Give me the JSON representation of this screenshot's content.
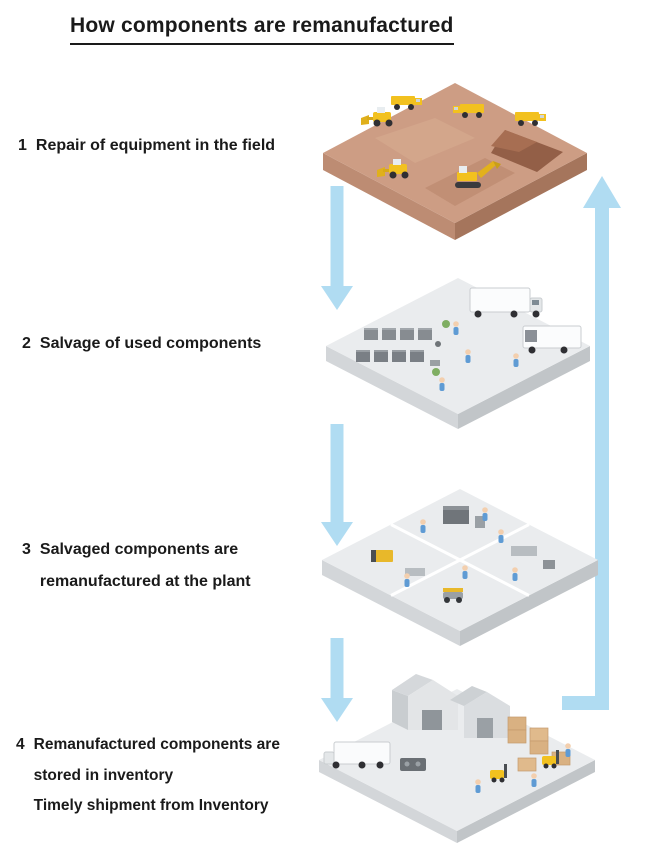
{
  "title": "How components are remanufactured",
  "steps": [
    {
      "number": "1",
      "lines": [
        "Repair of equipment in the field"
      ]
    },
    {
      "number": "2",
      "lines": [
        "Salvage of used components"
      ]
    },
    {
      "number": "3",
      "lines": [
        "Salvaged components are",
        "remanufactured at the plant"
      ]
    },
    {
      "number": "4",
      "lines": [
        "Remanufactured components are",
        "stored in inventory",
        "Timely shipment from Inventory"
      ]
    }
  ],
  "scenes": [
    {
      "name": "field-scene",
      "description": "Mining site: yellow dump trucks, wheel loaders and excavator on brown terrain"
    },
    {
      "name": "salvage-scene",
      "description": "Used components laid out in rows beside box trucks with workers"
    },
    {
      "name": "plant-scene",
      "description": "Workers remanufacturing salvaged components at plant workstations"
    },
    {
      "name": "warehouse-scene",
      "description": "Warehouse with forklifts, pallet stacks, workers and shipping truck"
    }
  ],
  "arrows": {
    "down_arrow_count": 3,
    "return_arrow": "cycle back from inventory to field"
  },
  "colors": {
    "arrow": "#b0dcf2",
    "text": "#1a1a1a",
    "terrain_top": "#cd9d84",
    "platform_top": "#eaecee",
    "equipment_yellow": "#f2c11f",
    "worker_blue": "#5f9bd4",
    "pallet_tan": "#d9b182"
  }
}
